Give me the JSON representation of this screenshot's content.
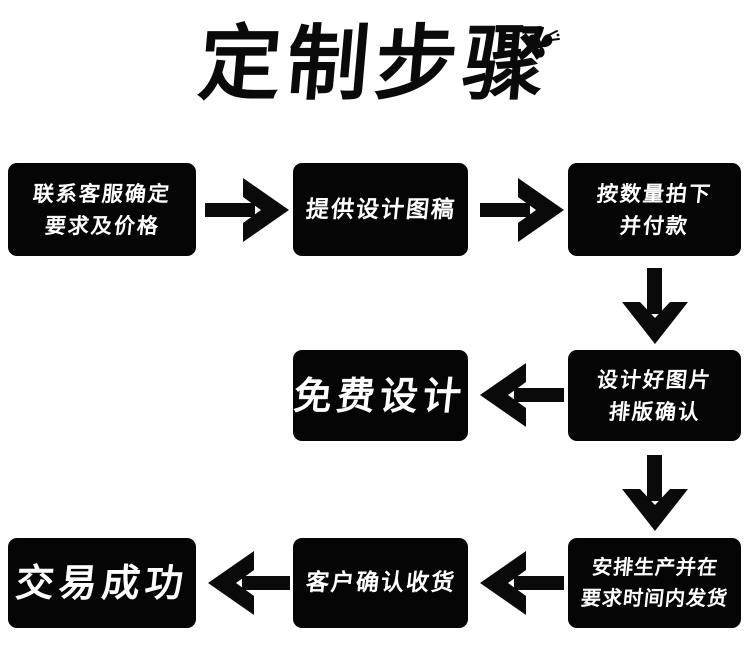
{
  "page": {
    "title": "定制步骤",
    "background_color": "#ffffff",
    "node_color": "#050505",
    "node_text_color": "#ffffff",
    "arrow_color": "#0a0a0a"
  },
  "decoration": {
    "butterfly_icon": "butterfly-ink-mark"
  },
  "nodes": [
    {
      "id": "contact",
      "name": "contact-support-node",
      "lines": [
        "联系客服确定",
        "要求及价格"
      ],
      "row": 1,
      "column": 1
    },
    {
      "id": "design_draft",
      "name": "provide-design-draft-node",
      "lines": [
        "提供设计图稿"
      ],
      "row": 1,
      "column": 2
    },
    {
      "id": "order_pay",
      "name": "order-and-pay-node",
      "lines": [
        "按数量拍下",
        "并付款"
      ],
      "row": 1,
      "column": 3
    },
    {
      "id": "free_design",
      "name": "free-design-node",
      "lines": [
        "免费设计"
      ],
      "row": 2,
      "column": 2
    },
    {
      "id": "layout_confirm",
      "name": "layout-confirm-node",
      "lines": [
        "设计好图片",
        "排版确认"
      ],
      "row": 2,
      "column": 3
    },
    {
      "id": "deal_success",
      "name": "deal-success-node",
      "lines": [
        "交易成功"
      ],
      "row": 3,
      "column": 1
    },
    {
      "id": "customer_receive",
      "name": "customer-confirm-receipt-node",
      "lines": [
        "客户确认收货"
      ],
      "row": 3,
      "column": 2
    },
    {
      "id": "production_ship",
      "name": "production-and-ship-node",
      "lines": [
        "安排生产并在",
        "要求时间内发货"
      ],
      "row": 3,
      "column": 3
    }
  ],
  "arrows": [
    {
      "id": "a1",
      "icon": "arrow-right-icon",
      "direction": "right",
      "from": "contact",
      "to": "design_draft"
    },
    {
      "id": "a2",
      "icon": "arrow-right-icon",
      "direction": "right",
      "from": "design_draft",
      "to": "order_pay"
    },
    {
      "id": "a3",
      "icon": "arrow-down-icon",
      "direction": "down",
      "from": "order_pay",
      "to": "layout_confirm"
    },
    {
      "id": "a4",
      "icon": "arrow-left-icon",
      "direction": "left",
      "from": "layout_confirm",
      "to": "free_design"
    },
    {
      "id": "a5",
      "icon": "arrow-down-icon",
      "direction": "down",
      "from": "layout_confirm",
      "to": "production_ship"
    },
    {
      "id": "a6",
      "icon": "arrow-left-icon",
      "direction": "left",
      "from": "production_ship",
      "to": "customer_receive"
    },
    {
      "id": "a7",
      "icon": "arrow-left-icon",
      "direction": "left",
      "from": "customer_receive",
      "to": "deal_success"
    }
  ]
}
